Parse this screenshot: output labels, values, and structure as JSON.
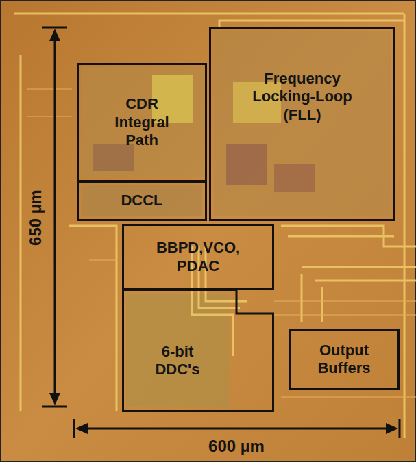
{
  "diagram": {
    "nodes": [
      {
        "text": [
          "CDR Integral Path"
        ]
      },
      {
        "text": [
          "DCCL"
        ]
      },
      {
        "text": [
          "Frequency Locking-Loop (FLL)"
        ]
      },
      {
        "text": [
          "BBPD,VCO, PDAC"
        ]
      },
      {
        "text": [
          "6-bit DDC's"
        ]
      },
      {
        "text": [
          "Output Buffers"
        ]
      }
    ],
    "labels": [
      "650 µm",
      "600 µm"
    ]
  }
}
